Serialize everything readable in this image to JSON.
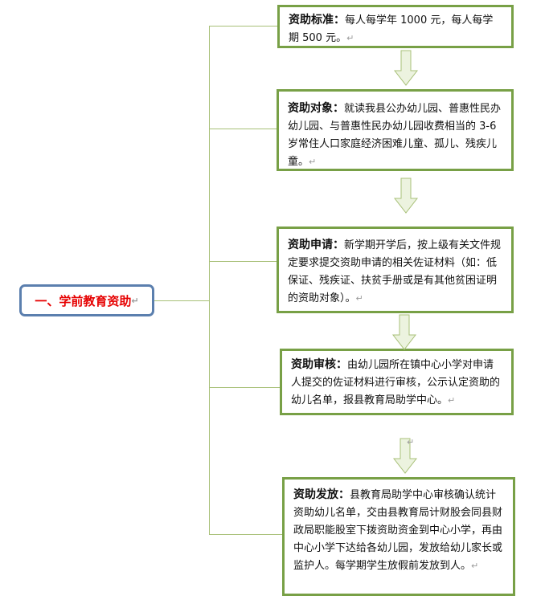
{
  "root": {
    "label": "一、学前教育资助",
    "mark": "↵"
  },
  "steps": [
    {
      "label": "资助标准：",
      "text": "每人每学年 1000 元，每人每学期 500 元。",
      "mark": "↵"
    },
    {
      "label": "资助对象：",
      "text": "就读我县公办幼儿园、普惠性民办幼儿园、与普惠性民办幼儿园收费相当的 3-6 岁常住人口家庭经济困难儿童、孤儿、残疾儿童。",
      "mark": "↵"
    },
    {
      "label": "资助申请：",
      "text": "新学期开学后，按上级有关文件规定要求提交资助申请的相关佐证材料（如：低保证、残疾证、扶贫手册或是有其他贫困证明的资助对象）。",
      "mark": "↵"
    },
    {
      "label": "资助审核：",
      "text": "由幼儿园所在镇中心小学对申请人提交的佐证材料进行审核，公示认定资助的幼儿名单，报县教育局助学中心。",
      "mark": "↵"
    },
    {
      "label": "资助发放：",
      "text": "县教育局助学中心审核确认统计资助幼儿名单，交由县教育局计财股会同县财政局职能股室下拨资助资金到中心小学，再由中心小学下达给各幼儿园，发放给幼儿家长或监护人。每学期学生放假前发放到人。",
      "mark": "↵"
    }
  ],
  "stray_mark": "↵",
  "colors": {
    "box_border": "#78a046",
    "root_border": "#5b7fae",
    "root_text": "#e60000",
    "connector": "#a8c078"
  }
}
